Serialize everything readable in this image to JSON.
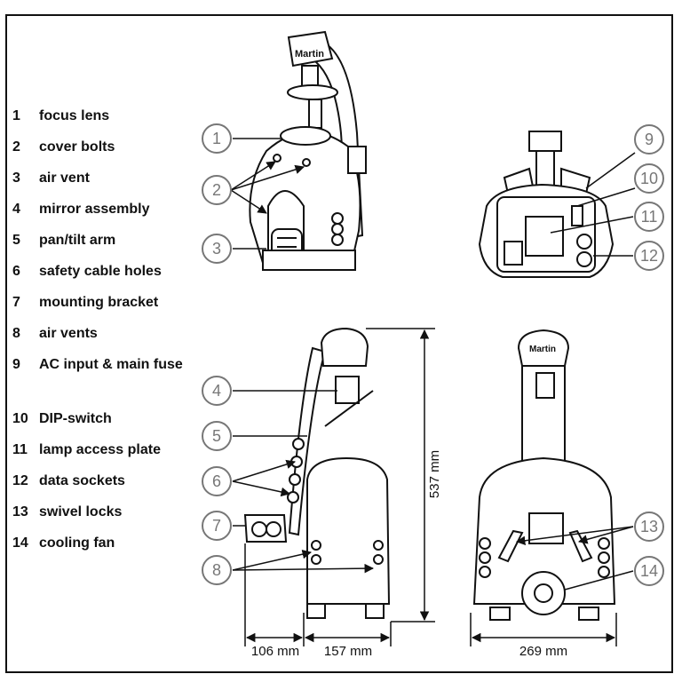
{
  "legend": [
    {
      "num": "1",
      "text": "focus lens"
    },
    {
      "num": "2",
      "text": "cover bolts"
    },
    {
      "num": "3",
      "text": "air vent"
    },
    {
      "num": "4",
      "text": "mirror assembly"
    },
    {
      "num": "5",
      "text": "pan/tilt arm"
    },
    {
      "num": "6",
      "text": "safety cable holes"
    },
    {
      "num": "7",
      "text": "mounting bracket"
    },
    {
      "num": "8",
      "text": "air vents"
    },
    {
      "num": "9",
      "text": "AC input & main fuse"
    },
    {
      "num": "10",
      "text": "DIP-switch"
    },
    {
      "num": "11",
      "text": "lamp access plate"
    },
    {
      "num": "12",
      "text": "data sockets"
    },
    {
      "num": "13",
      "text": "swivel locks"
    },
    {
      "num": "14",
      "text": "cooling fan"
    }
  ],
  "callouts": [
    "1",
    "2",
    "3",
    "4",
    "5",
    "6",
    "7",
    "8",
    "9",
    "10",
    "11",
    "12",
    "13",
    "14"
  ],
  "logo_text": "Martin",
  "dimensions": {
    "height": "537 mm",
    "bracket_depth": "106 mm",
    "base_depth": "157 mm",
    "width": "269 mm"
  }
}
